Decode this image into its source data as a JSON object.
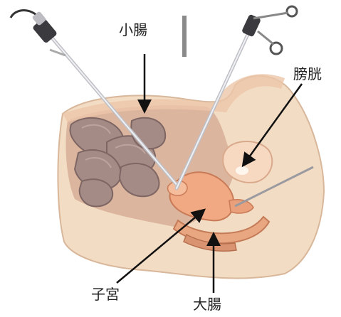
{
  "labels": {
    "small_intestine": "小腸",
    "bladder": "膀胱",
    "uterus": "子宮",
    "large_intestine": "大腸"
  },
  "colors": {
    "skin": "#f3dcc4",
    "cavity": "#c9957f",
    "bowel": "#a58b86",
    "uterus": "#f0a982",
    "bladder": "#f7d9c2",
    "rectum": "#e9a781",
    "instrument": "#cfcfd4",
    "pointer": "#111111",
    "marker": "#8a8a8a"
  }
}
